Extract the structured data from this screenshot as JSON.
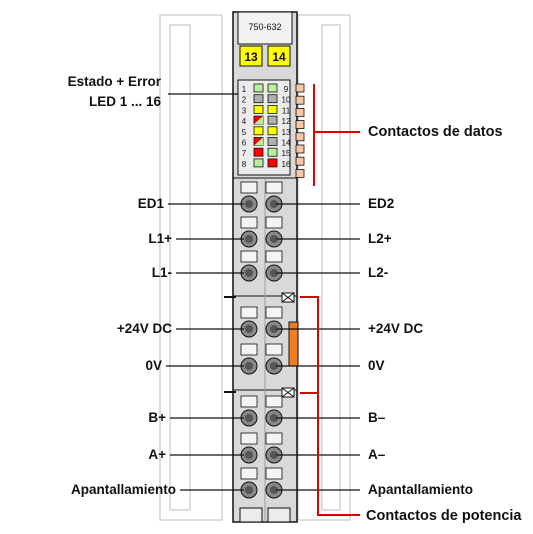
{
  "module": {
    "model": "750-632",
    "pin_badges": [
      "13",
      "14"
    ]
  },
  "led_panel": {
    "left_numbers": [
      "1",
      "2",
      "3",
      "4",
      "5",
      "6",
      "7",
      "8"
    ],
    "right_numbers": [
      "9",
      "10",
      "11",
      "12",
      "13",
      "14",
      "15",
      "16"
    ]
  },
  "labels": {
    "status_line1": "Estado + Error",
    "status_line2": "LED 1 ... 16",
    "data_contacts": "Contactos de datos",
    "power_contacts": "Contactos de potencia",
    "ed1": "ED1",
    "ed2": "ED2",
    "l1_plus": "L1+",
    "l2_plus": "L2+",
    "l1_minus": "L1-",
    "l2_minus": "L2-",
    "v24_left": "+24V DC",
    "v24_right": "+24V DC",
    "ov_left": "0V",
    "ov_right": "0V",
    "b_plus": "B+",
    "b_minus": "B–",
    "a_plus": "A+",
    "a_minus": "A–",
    "shield_left": "Apantallamiento",
    "shield_right": "Apantallamiento"
  },
  "colors": {
    "housing": "#d9d9d9",
    "housing_ghost": "#ececec",
    "badge": "#ffff00",
    "led_green": "#b8f0a0",
    "led_yellow": "#ffff00",
    "led_red": "#ff0000",
    "led_gray": "#b0b0b0",
    "data_contact": "#f6c8a8",
    "power_contact": "#f07e20",
    "callout_red": "#e00000"
  }
}
